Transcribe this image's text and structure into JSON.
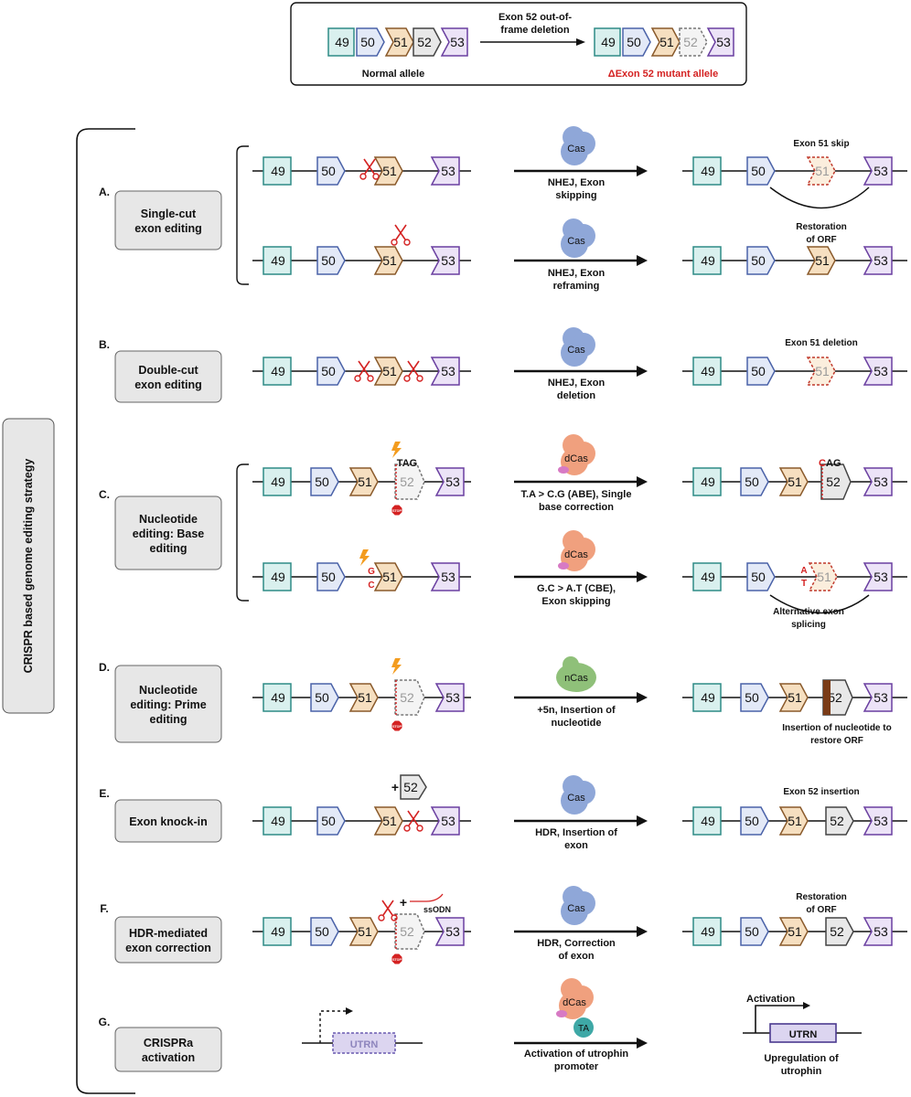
{
  "header": {
    "normal_allele_label": "Normal allele",
    "mutant_allele_label": "ΔExon 52 mutant allele",
    "deletion_arrow_line1": "Exon 52 out-of-",
    "deletion_arrow_line2": "frame deletion"
  },
  "side_title": "CRISPR based genome editing strategy",
  "exon_numbers": {
    "e49": "49",
    "e50": "50",
    "e51": "51",
    "e52": "52",
    "e53": "53"
  },
  "colors": {
    "e49_fill": "#d9f0ee",
    "e49_stroke": "#2e8b85",
    "e50_fill": "#e3e9f7",
    "e50_stroke": "#4a62a8",
    "e51_fill": "#f6dfc0",
    "e51_stroke": "#8a5a2b",
    "e52_fill": "#e8e8e8",
    "e52_stroke": "#444444",
    "e53_fill": "#ece3f7",
    "e53_stroke": "#6a3fa0",
    "mutant_red": "#d42222",
    "cas_blue": "#8fa7d8",
    "dcas_salmon": "#f0a07e",
    "ncas_green": "#8fc079",
    "ta_teal": "#3ea8a6",
    "label_box_fill": "#e7e7e7"
  },
  "strategies": [
    {
      "letter": "A.",
      "label_lines": [
        "Single-cut",
        "exon editing"
      ]
    },
    {
      "letter": "B.",
      "label_lines": [
        "Double-cut",
        "exon editing"
      ]
    },
    {
      "letter": "C.",
      "label_lines": [
        "Nucleotide",
        "editing: Base",
        "editing"
      ]
    },
    {
      "letter": "D.",
      "label_lines": [
        "Nucleotide",
        "editing: Prime",
        "editing"
      ]
    },
    {
      "letter": "E.",
      "label_lines": [
        "Exon knock-in"
      ]
    },
    {
      "letter": "F.",
      "label_lines": [
        "HDR-mediated",
        "exon correction"
      ]
    },
    {
      "letter": "G.",
      "label_lines": [
        "CRISPRa",
        "activation"
      ]
    }
  ],
  "enzymes": {
    "cas": "Cas",
    "dcas": "dCas",
    "ncas": "nCas",
    "ta": "TA"
  },
  "arrow_labels": {
    "a1": [
      "NHEJ, Exon",
      "skipping"
    ],
    "a2": [
      "NHEJ, Exon",
      "reframing"
    ],
    "b": [
      "NHEJ, Exon",
      "deletion"
    ],
    "c1": [
      "T.A > C.G (ABE), Single",
      "base correction"
    ],
    "c2": [
      "G.C > A.T (CBE),",
      "Exon skipping"
    ],
    "d": [
      "+5n, Insertion of",
      "nucleotide"
    ],
    "e": [
      "HDR, Insertion of",
      "exon"
    ],
    "f": [
      "HDR, Correction",
      "of exon"
    ],
    "g": [
      "Activation of utrophin",
      "promoter"
    ]
  },
  "result_notes": {
    "a1": "Exon 51 skip",
    "a2": [
      "Restoration",
      "of ORF"
    ],
    "b": "Exon 51 deletion",
    "c2": [
      "Alternative exon",
      "splicing"
    ],
    "d": [
      "Insertion of nucleotide to",
      "restore ORF"
    ],
    "e": "Exon 52 insertion",
    "f": [
      "Restoration",
      "of ORF"
    ],
    "g_activation": "Activation",
    "g_upregulation": [
      "Upregulation of",
      "utrophin"
    ]
  },
  "sequence_marks": {
    "c1_codon": "TAG",
    "c1_result_first": "C",
    "c1_result_rest": "AG",
    "c2_top": "G",
    "c2_bottom": "C",
    "c2_result_top": "A",
    "c2_result_bottom": "T",
    "stop": "STOP",
    "plus": "+",
    "ssodn": "ssODN",
    "utrn": "UTRN"
  }
}
